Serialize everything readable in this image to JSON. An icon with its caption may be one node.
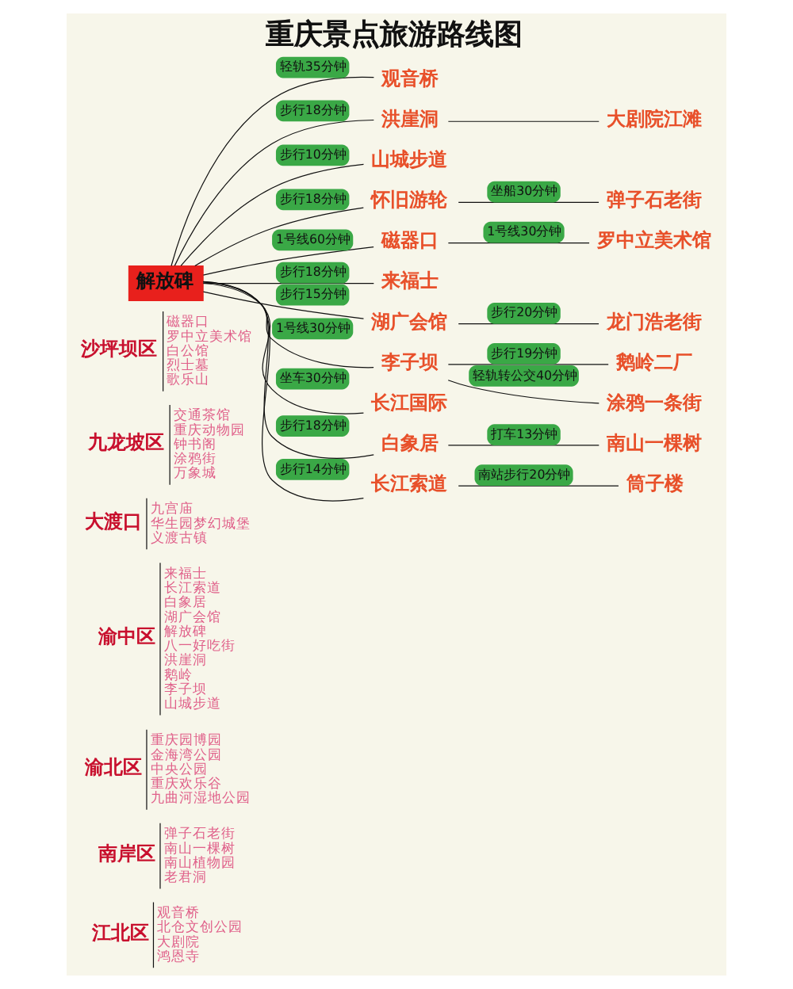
{
  "diagram": {
    "title": "重庆景点旅游路线图",
    "nodes": [
      {
        "text": [
          "江北区",
          "观音桥",
          "北仓文创公园",
          "大剧院",
          "鸿恩寺"
        ]
      },
      {
        "text": [
          "南岸区",
          "弹子石老街",
          "南山一棵树",
          "南山植物园",
          "老君洞"
        ]
      },
      {
        "text": [
          "渝北区",
          "重庆园博园",
          "金海湾公园",
          "中央公园",
          "重庆欢乐谷",
          "九曲河湿地公园"
        ]
      },
      {
        "text": [
          "渝中区",
          "来福士",
          "长江索道",
          "白象居",
          "湖广会馆",
          "解放碑",
          "八一好吃街",
          "洪崖洞",
          "鹅岭",
          "李子坝",
          "山城步道"
        ]
      },
      {
        "text": [
          "大渡口",
          "九宫庙",
          "华生园梦幻城堡",
          "义渡古镇"
        ]
      },
      {
        "text": [
          "九龙坡区",
          "交通茶馆",
          "重庆动物园",
          "钟书阁",
          "涂鸦街",
          "万象城"
        ]
      },
      {
        "text": [
          "沙坪坝区",
          "磁器口",
          "罗中立美术馆",
          "白公馆",
          "烈士墓",
          "歌乐山"
        ]
      },
      {
        "text": [
          "罗中立美术馆"
        ]
      },
      {
        "text": [
          "大剧院江滩"
        ]
      },
      {
        "text": [
          "观音桥"
        ]
      },
      {
        "text": [
          "弹子石老街"
        ]
      },
      {
        "text": [
          "洪崖洞"
        ]
      },
      {
        "text": [
          "山城步道"
        ]
      },
      {
        "text": [
          "怀旧游轮"
        ]
      },
      {
        "text": [
          "磁器口"
        ]
      },
      {
        "text": [
          "来福士"
        ]
      },
      {
        "text": [
          "解放碑"
        ]
      },
      {
        "text": [
          "湖广会馆"
        ]
      },
      {
        "text": [
          "李子坝"
        ]
      },
      {
        "text": [
          "长江国际"
        ]
      },
      {
        "text": [
          "龙门浩老街"
        ]
      },
      {
        "text": [
          "白象居"
        ]
      },
      {
        "text": [
          "长江索道"
        ]
      },
      {
        "text": [
          "鹅岭二厂"
        ]
      },
      {
        "text": [
          "涂鸦一条街"
        ]
      },
      {
        "text": [
          "南山一棵树"
        ]
      },
      {
        "text": [
          "筒子楼"
        ]
      }
    ],
    "edges": [
      {
        "from": 16,
        "to": 14,
        "arrow": "none",
        "label": "1号线60分钟"
      },
      {
        "from": 14,
        "to": 7,
        "arrow": "none",
        "label": "1号线30分钟"
      },
      {
        "from": 16,
        "to": 12,
        "arrow": "none",
        "label": "步行10分钟"
      },
      {
        "from": 16,
        "to": 9,
        "arrow": "none",
        "label": "轻轨35分钟"
      },
      {
        "from": 16,
        "to": 11,
        "arrow": "none",
        "label": "步行18分钟"
      },
      {
        "from": 11,
        "to": 8,
        "arrow": "none"
      },
      {
        "from": 16,
        "to": 13,
        "arrow": "none",
        "label": "步行18分钟"
      },
      {
        "from": 13,
        "to": 10,
        "arrow": "none",
        "label": "坐船30分钟"
      },
      {
        "from": 16,
        "to": 15,
        "arrow": "none",
        "label": "步行18分钟"
      },
      {
        "from": 16,
        "to": 17,
        "arrow": "none",
        "label": "步行15分钟"
      },
      {
        "from": 17,
        "to": 20,
        "arrow": "none",
        "label": "步行20分钟"
      },
      {
        "from": 16,
        "to": 19,
        "arrow": "none",
        "label": "坐车30分钟"
      },
      {
        "from": 16,
        "to": 21,
        "arrow": "none",
        "label": "步行18分钟"
      },
      {
        "from": 21,
        "to": 25,
        "arrow": "none",
        "label": "打车13分钟"
      },
      {
        "from": 16,
        "to": 22,
        "arrow": "none",
        "label": "步行14分钟"
      },
      {
        "from": 22,
        "to": 26,
        "arrow": "none",
        "label": "南站步行20分钟"
      },
      {
        "from": 16,
        "to": 18,
        "arrow": "none",
        "label": "1号线30分钟"
      },
      {
        "from": 18,
        "to": 23,
        "arrow": "none",
        "label": "步行19分钟"
      },
      {
        "from": 18,
        "to": 24,
        "arrow": "none",
        "label": "轻轨转公交40分钟"
      }
    ]
  }
}
